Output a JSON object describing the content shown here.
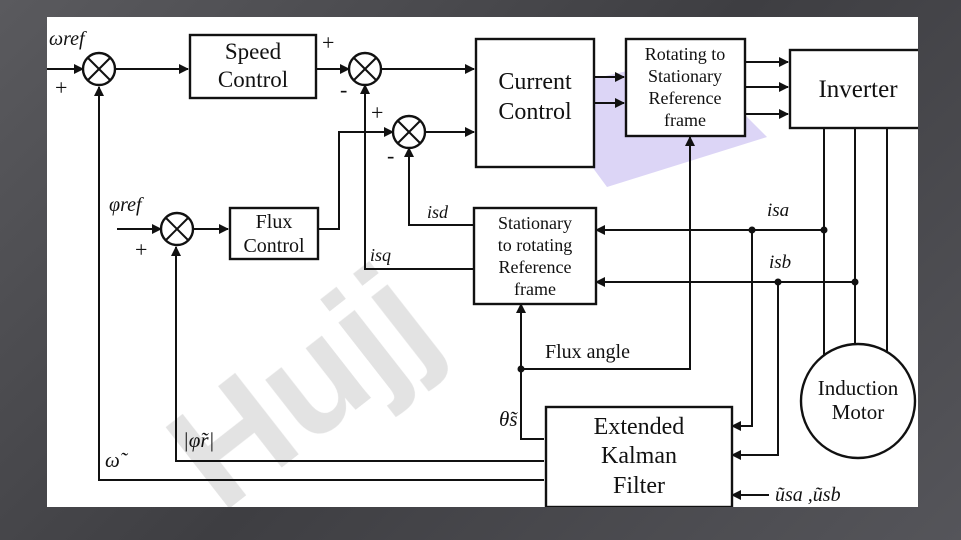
{
  "blocks": {
    "speed_control": [
      "Speed",
      "Control"
    ],
    "current_control": [
      "Current",
      "Control"
    ],
    "rot_to_stat": [
      "Rotating to",
      "Stationary",
      "Reference",
      "frame"
    ],
    "inverter": [
      "Inverter"
    ],
    "flux_control": [
      "Flux",
      "Control"
    ],
    "stat_to_rot": [
      "Stationary",
      "to rotating",
      "Reference",
      "frame"
    ],
    "induction_motor": [
      "Induction",
      "Motor"
    ],
    "ekf": [
      "Extended",
      "Kalman",
      "Filter"
    ]
  },
  "labels": {
    "omega_ref": "ωref",
    "phi_ref": "φref",
    "i_sd": "isd",
    "i_sq": "isq",
    "i_sa": "isa",
    "i_sb": "isb",
    "flux_angle": "Flux angle",
    "theta_s": "θ̃s",
    "phi_r_mag": "|φ̃r|",
    "omega_est": "ω̃",
    "u_inputs": "ũsa ,ũsb"
  },
  "signs": {
    "plus": "+",
    "minus": "-"
  },
  "watermark": "Hujj"
}
